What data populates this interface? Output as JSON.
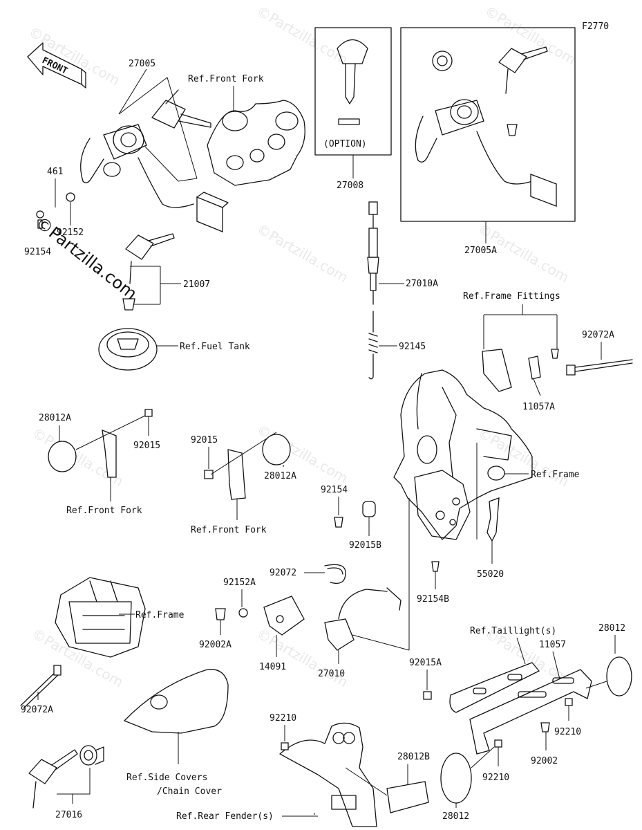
{
  "figure_code": "F2770",
  "front_label": "FRONT",
  "watermark": "©Partzilla.com",
  "brand_logo": "©Partzilla.com",
  "parts": {
    "p27005": "27005",
    "p461": "461",
    "p92152": "92152",
    "p92154": "92154",
    "p21007": "21007",
    "p27008": "27008",
    "option": "(OPTION)",
    "p27005A": "27005A",
    "p27010A": "27010A",
    "p92145": "92145",
    "p92072A_top": "92072A",
    "p11057A": "11057A",
    "p28012A_left": "28012A",
    "p92015_left": "92015",
    "p92015_mid": "92015",
    "p28012A_mid": "28012A",
    "p92154_mid": "92154",
    "p92015B": "92015B",
    "p55020": "55020",
    "p92072": "92072",
    "p92152A": "92152A",
    "p92154B": "92154B",
    "p92002A": "92002A",
    "p14091": "14091",
    "p27010": "27010",
    "p92072A_bot": "92072A",
    "p27016": "27016",
    "p92210_a": "92210",
    "p28012B": "28012B",
    "p92015A": "92015A",
    "p11057": "11057",
    "p28012_top": "28012",
    "p92210_b": "92210",
    "p92002": "92002",
    "p92210_c": "92210",
    "p28012_bot": "28012"
  },
  "refs": {
    "front_fork_top": "Ref.Front Fork",
    "fuel_tank": "Ref.Fuel Tank",
    "frame_fittings": "Ref.Frame Fittings",
    "front_fork_left": "Ref.Front Fork",
    "front_fork_mid": "Ref.Front Fork",
    "frame_right": "Ref.Frame",
    "frame_left": "Ref.Frame",
    "taillight": "Ref.Taillight(s)",
    "side_covers_1": "Ref.Side Covers",
    "side_covers_2": "/Chain Cover",
    "rear_fender": "Ref.Rear Fender(s)"
  }
}
